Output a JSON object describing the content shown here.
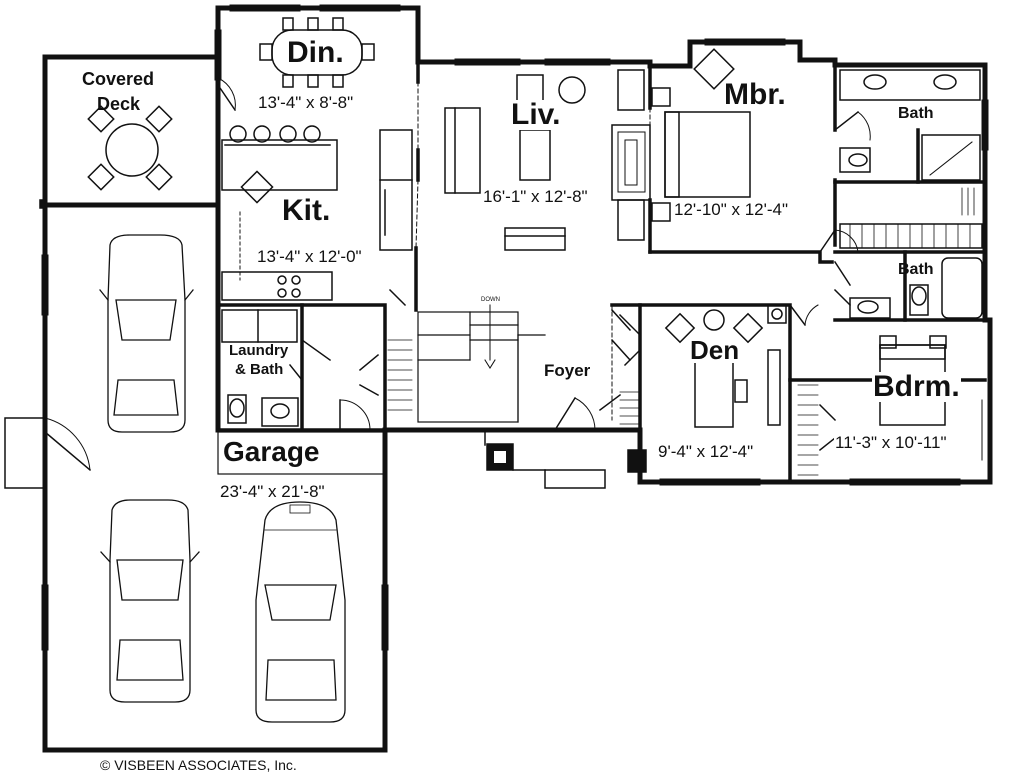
{
  "rooms": {
    "covered_deck": {
      "name_line1": "Covered",
      "name_line2": "Deck"
    },
    "dining": {
      "name": "Din.",
      "dims": "13'-4\" x 8'-8\""
    },
    "kitchen": {
      "name": "Kit.",
      "dims": "13'-4\" x 12'-0\""
    },
    "living": {
      "name": "Liv.",
      "dims": "16'-1\" x 12'-8\""
    },
    "master_bedroom": {
      "name": "Mbr.",
      "dims": "12'-10\" x 12'-4\""
    },
    "master_bath": {
      "name": "Bath"
    },
    "bath2": {
      "name": "Bath"
    },
    "laundry": {
      "name_line1": "Laundry",
      "name_line2": "& Bath"
    },
    "garage": {
      "name": "Garage",
      "dims": "23'-4\" x 21'-8\""
    },
    "foyer": {
      "name": "Foyer"
    },
    "den": {
      "name": "Den",
      "dims": "9'-4\" x 12'-4\""
    },
    "bedroom": {
      "name": "Bdrm.",
      "dims": "11'-3\" x 10'-11\""
    }
  },
  "stairs_label": "DOWN",
  "copyright": "© VISBEEN ASSOCIATES, Inc.",
  "colors": {
    "wall": "#111111",
    "line": "#222222",
    "fill": "#ffffff"
  }
}
